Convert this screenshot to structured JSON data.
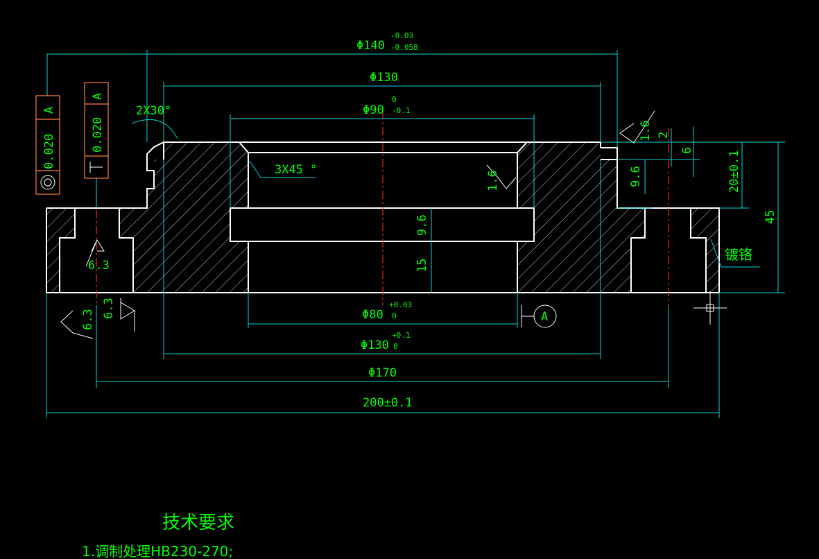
{
  "drawing": {
    "dimensions": {
      "d_outer_top": "Φ140",
      "d_outer_top_tol_upper": "-0.03",
      "d_outer_top_tol_lower": "-0.058",
      "d_130_top": "Φ130",
      "d_90": "Φ90",
      "d_90_tol_upper": "0",
      "d_90_tol_lower": "-0.1",
      "chamfer_top": "2X30°",
      "chamfer_inner": "3X45 °",
      "d_80": "Φ80",
      "d_80_tol_upper": "+0.03",
      "d_80_tol_lower": "0",
      "d_130_bottom": "Φ130",
      "d_130_bottom_tol_upper": "+0.1",
      "d_130_bottom_tol_lower": "0",
      "d_170": "Φ170",
      "width_200": "200±0.1",
      "h_9_6_center": "9.6",
      "h_15": "15",
      "h_9_6_right": "9.6",
      "h_20": "20±0.1",
      "h_45": "45",
      "h_6": "6",
      "h_2": "2"
    },
    "roughness": {
      "r_top_right": "1.6",
      "r_inner_right": "1.6",
      "r_hole": "6.3",
      "r_bottom_left_a": "6.3",
      "r_bottom_left_b": "6.3"
    },
    "tolerance_frames": [
      {
        "value": "0.020",
        "datum": "A",
        "symbol": "concentricity"
      },
      {
        "value": "0.020",
        "datum": "A",
        "symbol": "perpendicularity"
      }
    ],
    "datum_label": "A",
    "plating_note": "镀铬",
    "tech_req": {
      "title": "技术要求",
      "line1": "1.调制处理HB230-270;"
    }
  }
}
